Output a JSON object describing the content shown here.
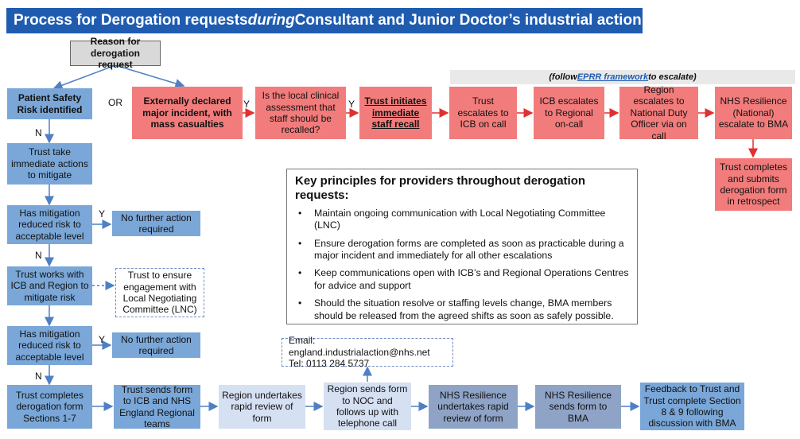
{
  "title": {
    "prefix": "Process for Derogation requests ",
    "emphasis": "during",
    "suffix": " Consultant and Junior Doctor’s industrial action"
  },
  "reason": "Reason for derogation request",
  "or_label": "OR",
  "left_flow": {
    "patient_safety": "Patient Safety Risk identified",
    "trust_take_actions": "Trust take immediate actions to mitigate",
    "has_mitigation_1": "Has mitigation reduced risk to acceptable level",
    "no_further_1": "No further action required",
    "trust_works": "Trust works with ICB and Region to mitigate risk",
    "trust_ensure": "Trust to ensure engagement with Local Negotiating Committee (LNC)",
    "has_mitigation_2": "Has mitigation reduced risk to acceptable level",
    "no_further_2": "No further action required",
    "trust_completes": "Trust completes derogation form Sections 1-7"
  },
  "top_flow": {
    "external": "Externally declared major incident, with mass casualties",
    "is_local": "Is the local clinical assessment that staff should be recalled?",
    "trust_initiates": "Trust initiates immediate staff recall",
    "trust_escalates": "Trust escalates to ICB on call",
    "icb_escalates": "ICB escalates to Regional on-call",
    "region_escalates": "Region escalates to National Duty Officer via on call",
    "nhs_national": "NHS Resilience (National) escalate to BMA",
    "trust_retrospect": "Trust completes and submits derogation form in retrospect"
  },
  "follow_note": {
    "prefix": "(follow ",
    "link": "EPRR framework ",
    "suffix": "to escalate)"
  },
  "principles": {
    "heading": "Key principles for providers throughout derogation requests:",
    "items": [
      "Maintain ongoing communication with Local Negotiating Committee (LNC)",
      "Ensure derogation forms are completed as soon as practicable during a major incident and immediately for all other escalations",
      "Keep communications open with ICB’s and Regional Operations Centres for advice and support",
      "Should the situation resolve or staffing levels change, BMA members should be released from the agreed shifts as soon as safely possible."
    ]
  },
  "contact": {
    "email": "Email: england.industrialaction@nhs.net",
    "tel": "Tel: 0113 284 5737"
  },
  "bottom_flow": {
    "trust_sends": "Trust sends form to ICB and NHS England Regional teams",
    "region_review": "Region undertakes rapid review of form",
    "region_sends": "Region sends form to NOC and follows up with telephone call",
    "nhs_review": "NHS Resilience undertakes rapid review of form",
    "nhs_sends": "NHS Resilience sends form to BMA",
    "feedback": "Feedback to Trust and Trust complete Section 8 & 9 following discussion with BMA"
  },
  "labels": {
    "yes": "Y",
    "no": "N"
  },
  "colors": {
    "title_bg": "#1f5cb0",
    "blue_box": "#7aa7d8",
    "light_blue_box": "#d5e0f2",
    "steel_box": "#8ea3c6",
    "red_box": "#f27c7c",
    "arrow_blue": "#4f80c4",
    "arrow_red": "#e03030"
  }
}
